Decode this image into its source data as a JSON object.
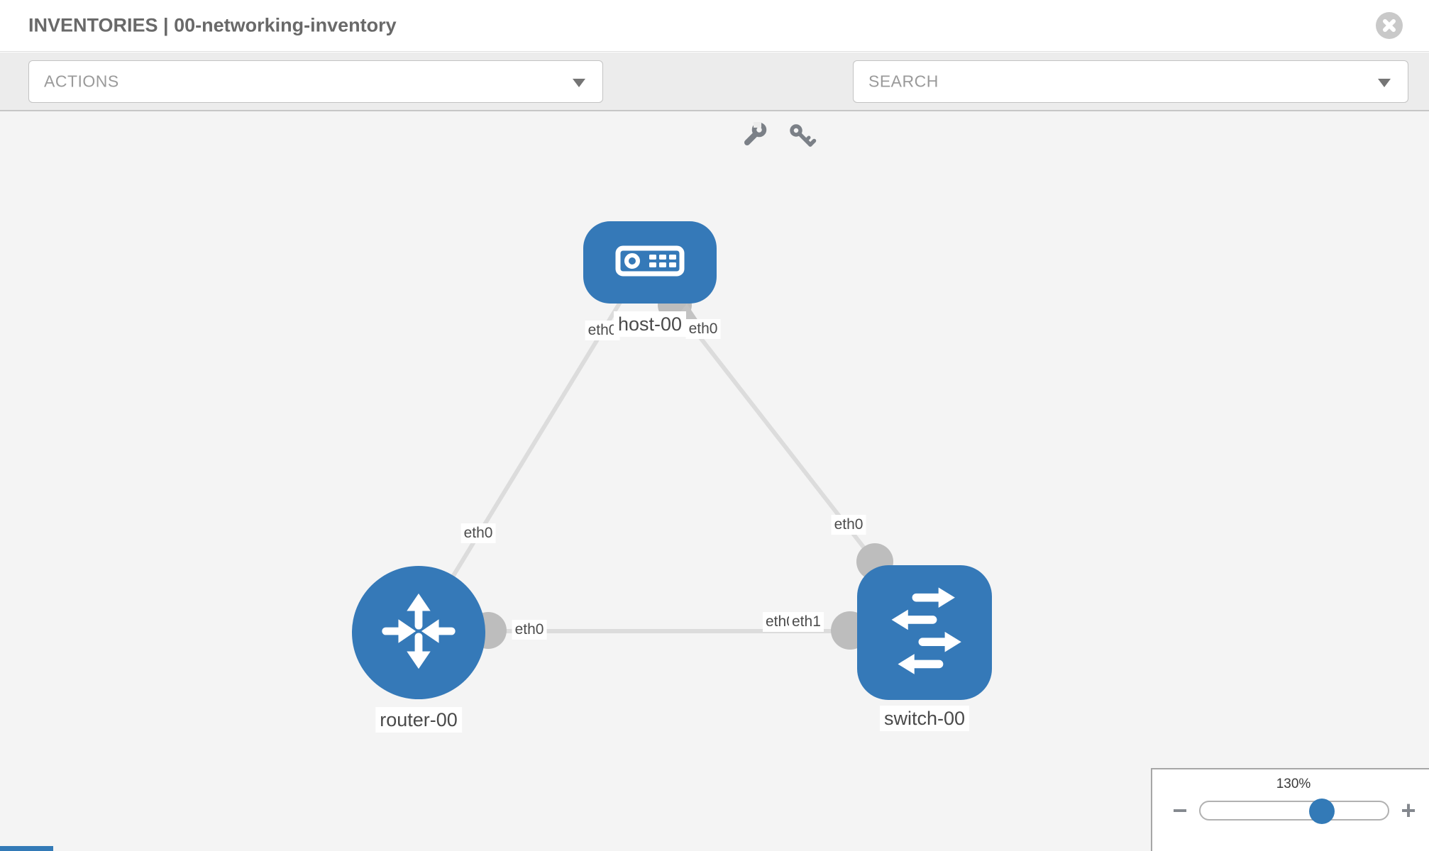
{
  "header": {
    "title": "INVENTORIES | 00-networking-inventory",
    "close_icon": "circle-x"
  },
  "toolbar": {
    "actions_label": "ACTIONS",
    "search_label": "SEARCH",
    "wrench_icon": "wrench",
    "key_icon": "key",
    "chevron_icon": "chevron-down"
  },
  "diagram": {
    "nodes": [
      {
        "id": "host-00",
        "type": "host",
        "label": "host-00"
      },
      {
        "id": "router-00",
        "type": "router",
        "label": "router-00"
      },
      {
        "id": "switch-00",
        "type": "switch",
        "label": "switch-00"
      }
    ],
    "links": [
      {
        "from": "host-00",
        "from_if": "eth0",
        "to": "router-00",
        "to_if": "eth0"
      },
      {
        "from": "host-00",
        "from_if": "eth0",
        "to": "switch-00",
        "to_if": "eth0"
      },
      {
        "from": "router-00",
        "from_if": "eth0",
        "to": "switch-00",
        "to_if": "eth1",
        "to_if_overlapped": "eth0"
      }
    ]
  },
  "zoom_control": {
    "value_label": "130%",
    "percent": 130,
    "minus_icon": "−",
    "plus_icon": "+"
  },
  "colors": {
    "node_blue": "#3579b8",
    "accent_blue": "#337ab7",
    "port_gray": "#bdbdbd",
    "link_gray": "#dcdcdc",
    "canvas_bg": "#f4f4f4",
    "toolbar_bg": "#ececec"
  }
}
